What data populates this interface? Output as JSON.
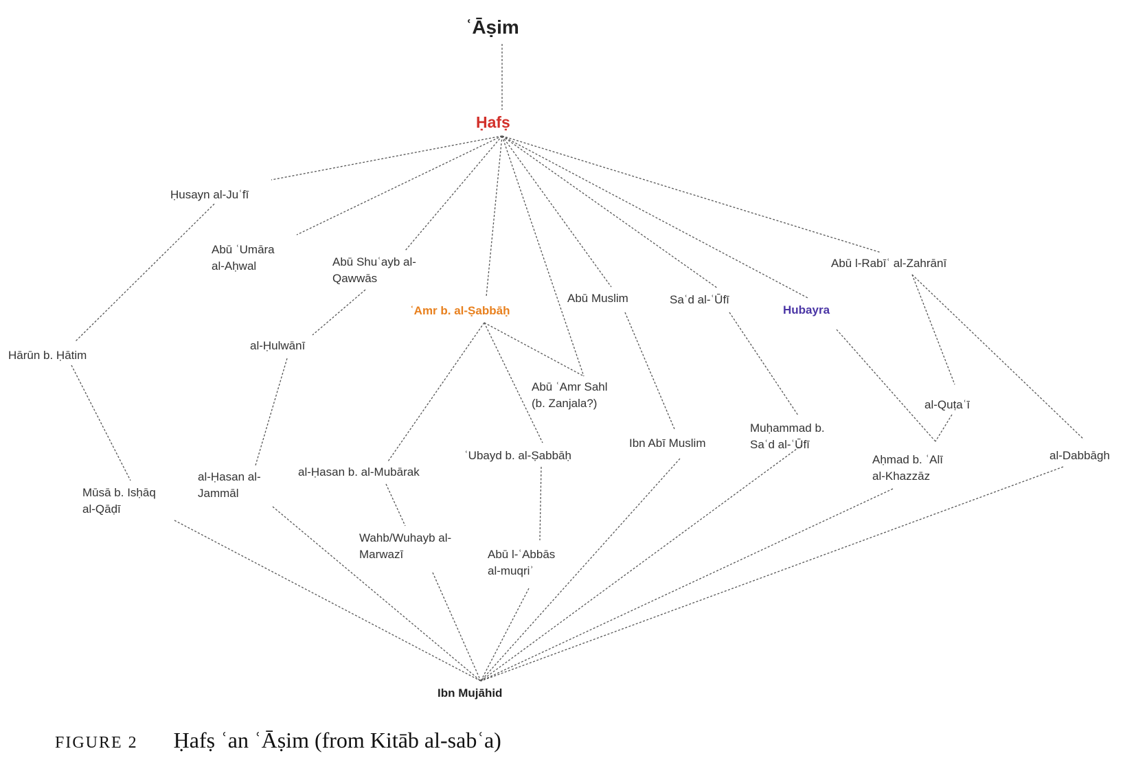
{
  "figure": {
    "label": "FIGURE 2",
    "title": "Ḥafṣ ʿan ʿĀṣim (from Kitāb al-sabʿa)"
  },
  "colors": {
    "hafs": "#d2302a",
    "amr": "#e8801e",
    "hubayra": "#4a35a5",
    "default": "#333333"
  },
  "nodes": [
    {
      "id": "asim",
      "label": "ʿĀṣim",
      "role": "top"
    },
    {
      "id": "hafs",
      "label": "Ḥafṣ",
      "role": "highlight"
    },
    {
      "id": "husayn",
      "label": "Ḥusayn al-Juʿfī"
    },
    {
      "id": "abu_umara",
      "label": "Abū ʿUmāra\nal-Aḥwal"
    },
    {
      "id": "abu_shuayb",
      "label": "Abū Shuʿayb al-\nQawwās"
    },
    {
      "id": "amr",
      "label": "ʿAmr b. al-Ṣabbāḥ",
      "role": "highlight"
    },
    {
      "id": "abu_muslim",
      "label": "Abū Muslim"
    },
    {
      "id": "sad",
      "label": "Saʿd al-ʿŪfī"
    },
    {
      "id": "hubayra",
      "label": "Hubayra",
      "role": "highlight"
    },
    {
      "id": "abu_rabi",
      "label": "Abū l-Rabīʿ al-Zahrānī"
    },
    {
      "id": "harun",
      "label": "Hārūn b. Ḥātim"
    },
    {
      "id": "hulwani",
      "label": "al-Ḥulwānī"
    },
    {
      "id": "abu_amr_sahl",
      "label": "Abū ʿAmr Sahl\n(b. Zanjala?)"
    },
    {
      "id": "qutai",
      "label": "al-Quṭaʿī"
    },
    {
      "id": "ibn_abi_muslim",
      "label": "Ibn Abī Muslim"
    },
    {
      "id": "muhammad_sad",
      "label": "Muḥammad b.\nSaʿd al-ʿŪfī"
    },
    {
      "id": "ubayd",
      "label": "ʿUbayd b. al-Ṣabbāḥ"
    },
    {
      "id": "ahmad",
      "label": "Aḥmad b. ʿAlī\nal-Khazzāz"
    },
    {
      "id": "dabbagh",
      "label": "al-Dabbāgh"
    },
    {
      "id": "musa",
      "label": "Mūsā b. Isḥāq\nal-Qāḍī"
    },
    {
      "id": "hasan_jammal",
      "label": "al-Ḥasan al-\nJammāl"
    },
    {
      "id": "hasan_mubarak",
      "label": "al-Ḥasan b. al-Mubārak"
    },
    {
      "id": "wahb",
      "label": "Wahb/Wuhayb al-\nMarwazī"
    },
    {
      "id": "abu_abbas",
      "label": "Abū l-ʿAbbās\nal-muqriʾ"
    },
    {
      "id": "ibn_mujahid",
      "label": "Ibn Mujāhid",
      "role": "bottom"
    }
  ],
  "edges": [
    [
      "asim",
      "hafs"
    ],
    [
      "hafs",
      "husayn"
    ],
    [
      "hafs",
      "abu_umara"
    ],
    [
      "hafs",
      "abu_shuayb"
    ],
    [
      "hafs",
      "amr"
    ],
    [
      "hafs",
      "abu_amr_sahl"
    ],
    [
      "hafs",
      "abu_muslim"
    ],
    [
      "hafs",
      "sad"
    ],
    [
      "hafs",
      "hubayra"
    ],
    [
      "hafs",
      "abu_rabi"
    ],
    [
      "husayn",
      "harun"
    ],
    [
      "abu_shuayb",
      "hulwani"
    ],
    [
      "hulwani",
      "hasan_jammal"
    ],
    [
      "amr",
      "hasan_mubarak"
    ],
    [
      "amr",
      "ubayd"
    ],
    [
      "amr",
      "abu_amr_sahl"
    ],
    [
      "abu_muslim",
      "ibn_abi_muslim"
    ],
    [
      "sad",
      "muhammad_sad"
    ],
    [
      "hubayra",
      "ahmad"
    ],
    [
      "abu_rabi",
      "qutai"
    ],
    [
      "abu_rabi",
      "dabbagh"
    ],
    [
      "qutai",
      "ahmad"
    ],
    [
      "harun",
      "musa"
    ],
    [
      "hasan_mubarak",
      "wahb"
    ],
    [
      "ubayd",
      "abu_abbas"
    ],
    [
      "musa",
      "ibn_mujahid"
    ],
    [
      "hasan_jammal",
      "ibn_mujahid"
    ],
    [
      "wahb",
      "ibn_mujahid"
    ],
    [
      "abu_abbas",
      "ibn_mujahid"
    ],
    [
      "ibn_abi_muslim",
      "ibn_mujahid"
    ],
    [
      "muhammad_sad",
      "ibn_mujahid"
    ],
    [
      "ahmad",
      "ibn_mujahid"
    ],
    [
      "dabbagh",
      "ibn_mujahid"
    ]
  ]
}
